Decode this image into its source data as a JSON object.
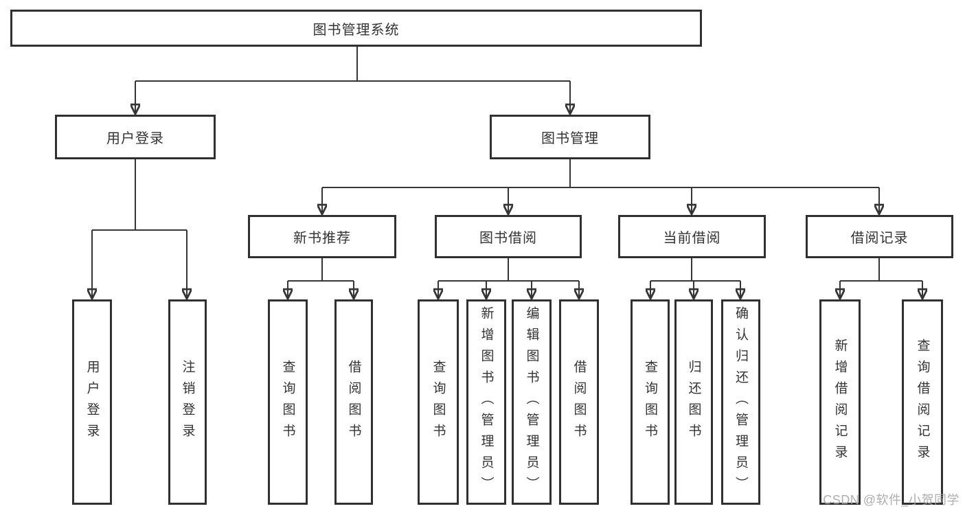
{
  "diagram": {
    "root": {
      "label": "图书管理系统"
    },
    "level2": [
      {
        "label": "用户登录"
      },
      {
        "label": "图书管理"
      }
    ],
    "level3": [
      {
        "label": "新书推荐",
        "parent": "图书管理"
      },
      {
        "label": "图书借阅",
        "parent": "图书管理"
      },
      {
        "label": "当前借阅",
        "parent": "图书管理"
      },
      {
        "label": "借阅记录",
        "parent": "图书管理"
      }
    ],
    "leaves": [
      {
        "label": "用户登录",
        "parent": "用户登录"
      },
      {
        "label": "注销登录",
        "parent": "用户登录"
      },
      {
        "label": "查询图书",
        "parent": "新书推荐"
      },
      {
        "label": "借阅图书",
        "parent": "新书推荐"
      },
      {
        "label": "查询图书",
        "parent": "图书借阅"
      },
      {
        "label": "新增图书（管理员）",
        "parent": "图书借阅"
      },
      {
        "label": "编辑图书（管理员）",
        "parent": "图书借阅"
      },
      {
        "label": "借阅图书",
        "parent": "图书借阅"
      },
      {
        "label": "查询图书",
        "parent": "当前借阅"
      },
      {
        "label": "归还图书",
        "parent": "当前借阅"
      },
      {
        "label": "确认归还（管理员）",
        "parent": "当前借阅"
      },
      {
        "label": "新增借阅记录",
        "parent": "借阅记录"
      },
      {
        "label": "查询借阅记录",
        "parent": "借阅记录"
      }
    ]
  },
  "watermark": {
    "text": "CSDN @软件_小贺同学"
  },
  "colors": {
    "line": "#353535",
    "box_border": "#303030",
    "text": "#333333",
    "watermark": "#a5a5a5",
    "background": "#ffffff"
  }
}
